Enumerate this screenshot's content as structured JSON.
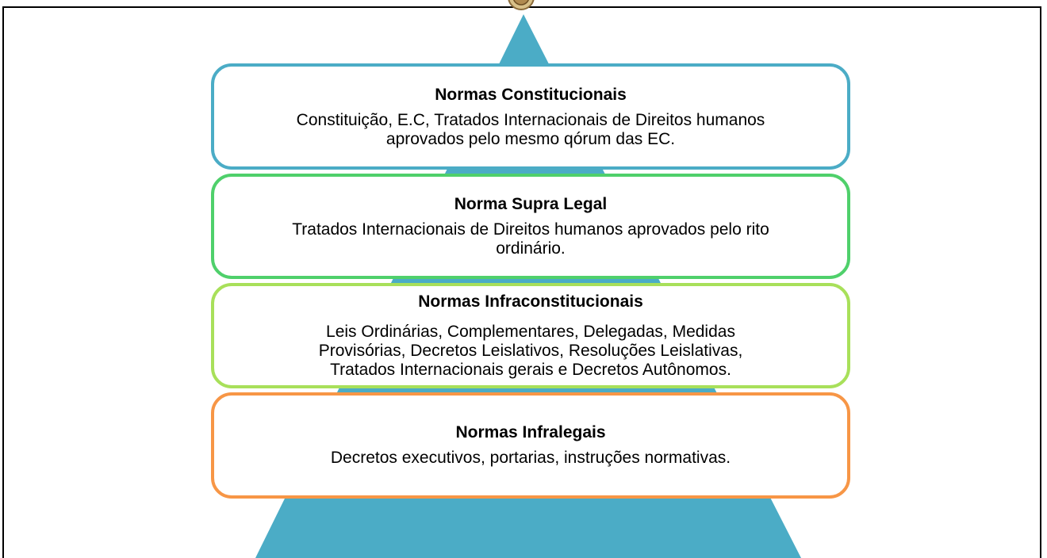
{
  "colors": {
    "pyramid_fill": "#4bacc6",
    "pyramid_inner": "#eef6f8",
    "level_1_border": "#4bacc6",
    "level_2_border": "#4fd06b",
    "level_3_border": "#a8e05a",
    "level_4_border": "#f79646"
  },
  "icons": {
    "emblem": "seal-emblem-icon"
  },
  "levels": [
    {
      "title": "Normas Constitucionais",
      "text_lines": [
        "Constituição, E.C, Tratados Internacionais de Direitos humanos",
        "aprovados pelo mesmo qórum das EC."
      ]
    },
    {
      "title": "Norma Supra Legal",
      "text_lines": [
        "Tratados Internacionais de Direitos humanos aprovados pelo rito",
        "ordinário."
      ]
    },
    {
      "title": "Normas Infraconstitucionais",
      "text_lines": [
        "Leis Ordinárias, Complementares, Delegadas, Medidas",
        "Provisórias, Decretos Leislativos, Resoluções Leislativas,",
        "Tratados Internacionais gerais e Decretos Autônomos."
      ]
    },
    {
      "title": "Normas Infralegais",
      "text_lines": [
        "Decretos executivos, portarias, instruções normativas."
      ]
    }
  ]
}
